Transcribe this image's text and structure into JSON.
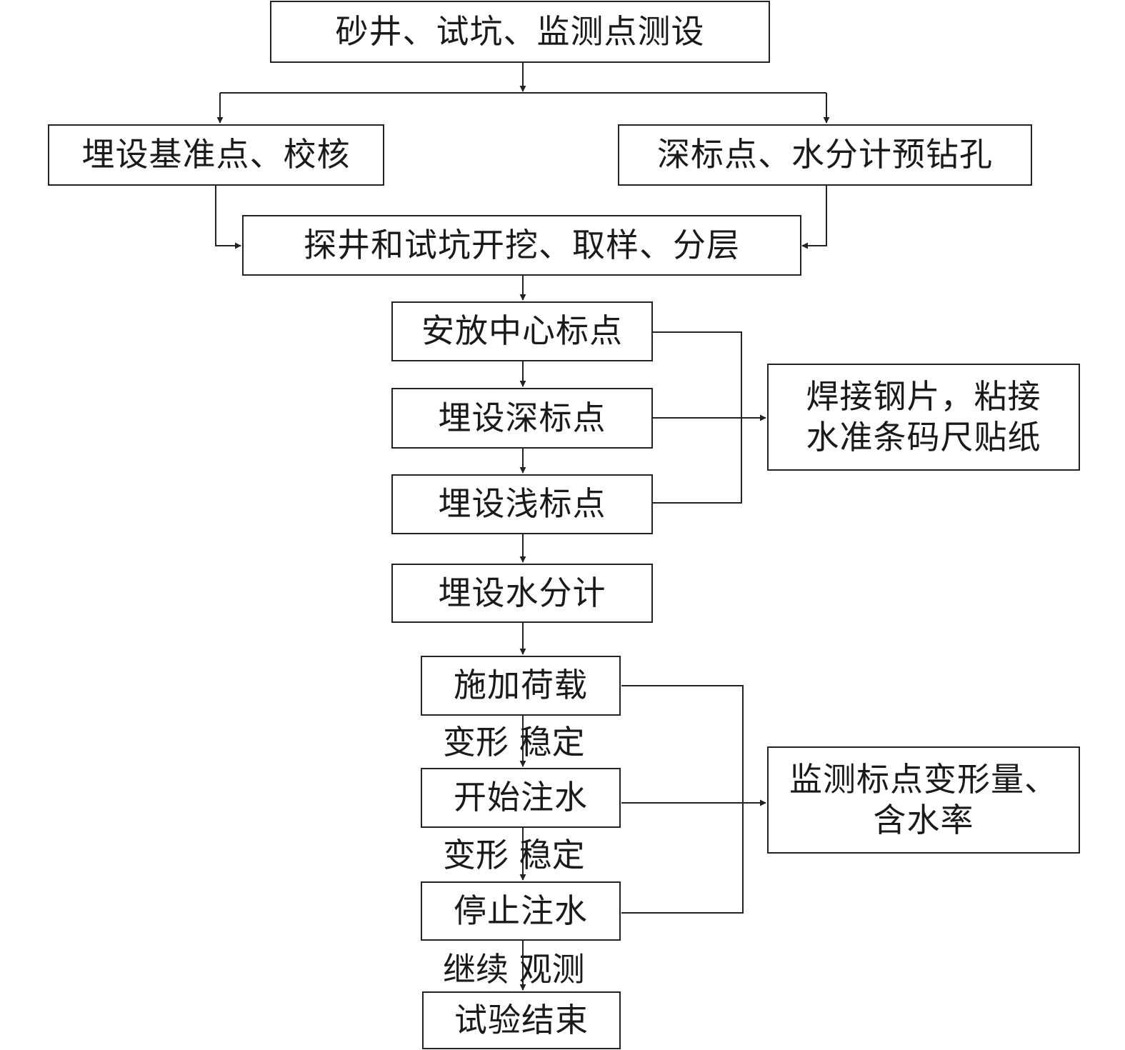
{
  "steps": {
    "survey": "砂井、试坑、监测点测设",
    "benchmark": "埋设基准点、校核",
    "predrill": "深标点、水分计预钻孔",
    "excavate": "探井和试坑开挖、取样、分层",
    "center_mark": "安放中心标点",
    "deep_mark": "埋设深标点",
    "shallow_mark": "埋设浅标点",
    "moisture_meter": "埋设水分计",
    "load": "施加荷载",
    "start_water": "开始注水",
    "stop_water": "停止注水",
    "end": "试验结束"
  },
  "side_notes": {
    "welding": [
      "焊接钢片，粘接",
      "水准条码尺贴纸"
    ],
    "monitor": [
      "监测标点变形量、",
      "含水率"
    ]
  },
  "edge_labels": {
    "after_load": "变形 稳定",
    "after_start_water": "变形 稳定",
    "after_stop_water": "继续 观测"
  }
}
